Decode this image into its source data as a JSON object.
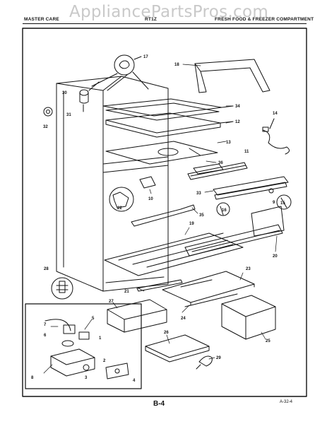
{
  "header": {
    "left": "MASTER CARE",
    "model": "RT1Z",
    "right": "FRESH FOOD & FREEZER COMPARTMENT"
  },
  "watermark": "AppliancePartsPros.com",
  "parts": [
    {
      "id": "p17",
      "label": "17"
    },
    {
      "id": "p18",
      "label": "18"
    },
    {
      "id": "p30",
      "label": "30"
    },
    {
      "id": "p34",
      "label": "34"
    },
    {
      "id": "p31",
      "label": "31"
    },
    {
      "id": "p32",
      "label": "32"
    },
    {
      "id": "p12",
      "label": "12"
    },
    {
      "id": "p14",
      "label": "14"
    },
    {
      "id": "p13",
      "label": "13"
    },
    {
      "id": "p11",
      "label": "11"
    },
    {
      "id": "p36",
      "label": "36"
    },
    {
      "id": "p9",
      "label": "9"
    },
    {
      "id": "p33",
      "label": "33"
    },
    {
      "id": "p22",
      "label": "22"
    },
    {
      "id": "p10",
      "label": "10"
    },
    {
      "id": "p16",
      "label": "16"
    },
    {
      "id": "p15",
      "label": "15"
    },
    {
      "id": "p35",
      "label": "35"
    },
    {
      "id": "p19",
      "label": "19"
    },
    {
      "id": "p20",
      "label": "20"
    },
    {
      "id": "p28",
      "label": "28"
    },
    {
      "id": "p23",
      "label": "23"
    },
    {
      "id": "p21",
      "label": "21"
    },
    {
      "id": "p27",
      "label": "27"
    },
    {
      "id": "p7",
      "label": "7"
    },
    {
      "id": "p6",
      "label": "6"
    },
    {
      "id": "p5",
      "label": "5"
    },
    {
      "id": "p24",
      "label": "24"
    },
    {
      "id": "p25",
      "label": "25"
    },
    {
      "id": "p26",
      "label": "26"
    },
    {
      "id": "p1",
      "label": "1"
    },
    {
      "id": "p2",
      "label": "2"
    },
    {
      "id": "p3",
      "label": "3"
    },
    {
      "id": "p4",
      "label": "4"
    },
    {
      "id": "p8",
      "label": "8"
    },
    {
      "id": "p29",
      "label": "29"
    }
  ],
  "footer": {
    "page": "B-4",
    "code": "A-32-4"
  }
}
